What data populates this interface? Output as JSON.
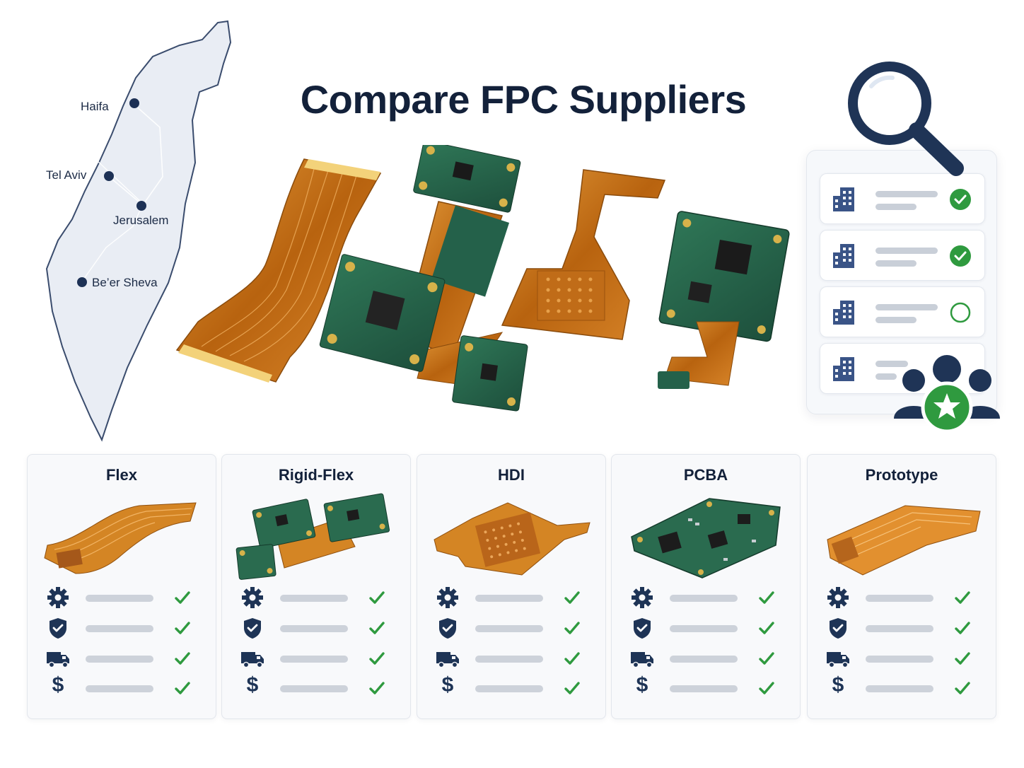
{
  "title": "Compare FPC Suppliers",
  "map": {
    "cities": [
      {
        "name": "Haifa"
      },
      {
        "name": "Tel Aviv"
      },
      {
        "name": "Jerusalem"
      },
      {
        "name": "Be’er Sheva"
      }
    ]
  },
  "suppliers": [
    {
      "icon": "building-icon",
      "status": "checked"
    },
    {
      "icon": "building-icon",
      "status": "checked"
    },
    {
      "icon": "building-icon",
      "status": "unchecked"
    },
    {
      "icon": "building-icon",
      "status": "rated"
    }
  ],
  "categories": [
    {
      "title": "Flex"
    },
    {
      "title": "Rigid-Flex"
    },
    {
      "title": "HDI"
    },
    {
      "title": "PCBA"
    },
    {
      "title": "Prototype"
    }
  ],
  "features": [
    {
      "icon": "gear-icon"
    },
    {
      "icon": "shield-check-icon"
    },
    {
      "icon": "truck-icon"
    },
    {
      "icon": "dollar-icon",
      "glyph": "$"
    }
  ],
  "colors": {
    "navy": "#1e3456",
    "check_green": "#2f9a3f",
    "flex_copper": "#c8741a",
    "pcb_green": "#24614a",
    "map_fill": "#e9edf4"
  }
}
